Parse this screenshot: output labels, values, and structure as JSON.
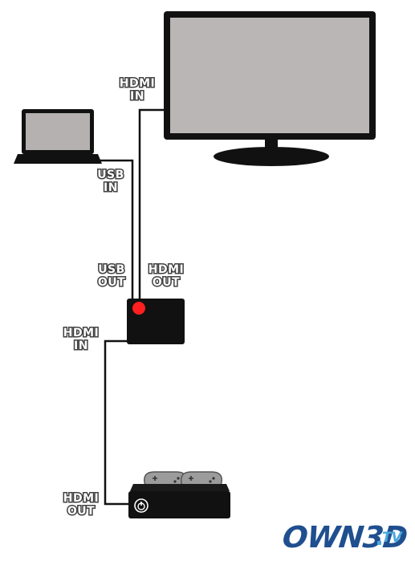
{
  "diagram": {
    "labels": {
      "tv_hdmi_in": [
        "HDMI",
        "IN"
      ],
      "laptop_usb_in": [
        "USB",
        "IN"
      ],
      "box_usb_out": [
        "USB",
        "OUT"
      ],
      "box_hdmi_out": [
        "HDMI",
        "OUT"
      ],
      "box_hdmi_in": [
        "HDMI",
        "IN"
      ],
      "console_hdmi_out": [
        "HDMI",
        "OUT"
      ]
    },
    "logo": {
      "main": "OWN3D",
      "suffix": "TV"
    },
    "colors": {
      "device_frame": "#111111",
      "screen": "#bab6b6",
      "laptop_screen": "#b5b1b1",
      "cable": "#111111",
      "power_led": "#ff1f1f",
      "logo_main": "#1f4f8f",
      "logo_accent": "#4aa8de"
    },
    "icons": [
      "tv-icon",
      "laptop-icon",
      "capture-box-icon",
      "game-console-icon",
      "controller-icon",
      "power-icon"
    ]
  }
}
